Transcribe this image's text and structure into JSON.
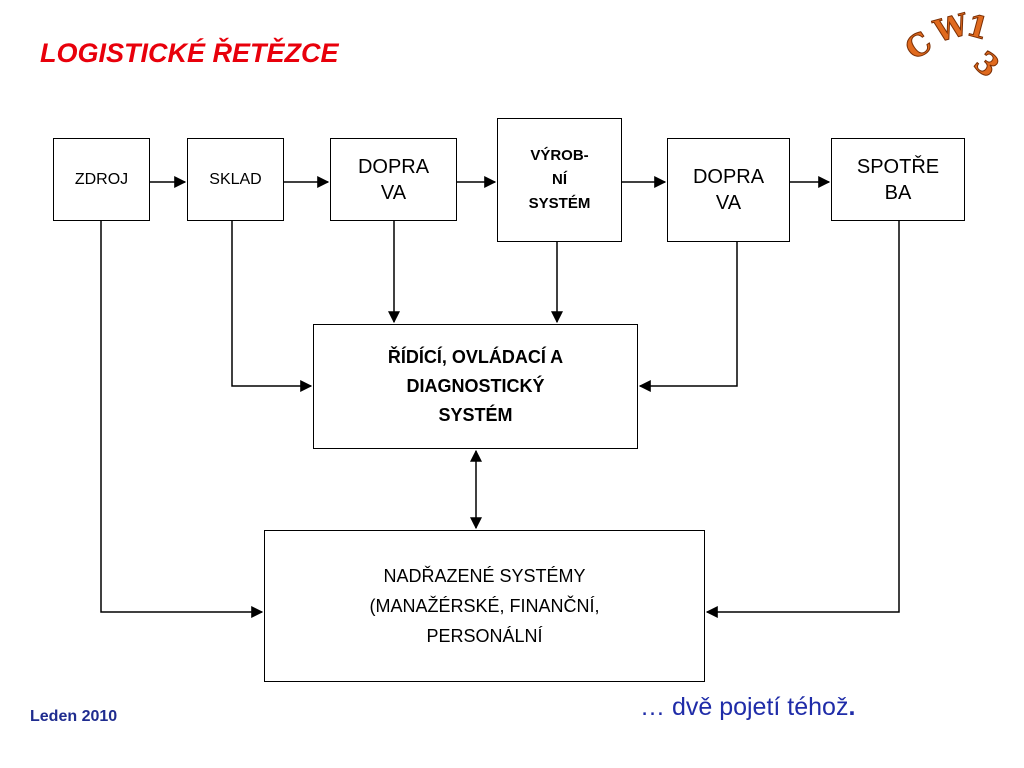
{
  "title": "LOGISTICKÉ ŘETĚZCE",
  "nodes": {
    "zdroj": {
      "lines": [
        "ZDROJ"
      ]
    },
    "sklad": {
      "lines": [
        "SKLAD"
      ]
    },
    "doprava1": {
      "lines": [
        "DOPRA",
        "VA"
      ]
    },
    "vyrobni": {
      "lines": [
        "VÝROB-",
        "NÍ",
        "SYSTÉM"
      ]
    },
    "doprava2": {
      "lines": [
        "DOPRA",
        "VA"
      ]
    },
    "spotreba": {
      "lines": [
        "SPOTŘE",
        "BA"
      ]
    },
    "ridici": {
      "lines": [
        "ŘÍDÍCÍ, OVLÁDACÍ A",
        "DIAGNOSTICKÝ",
        "SYSTÉM"
      ]
    },
    "nadrazene": {
      "lines": [
        "NADŘAZENÉ SYSTÉMY",
        "(MANAŽÉRSKÉ, FINANČNÍ,",
        "PERSONÁLNÍ"
      ]
    }
  },
  "edges": [
    {
      "from": "zdroj",
      "to": "sklad"
    },
    {
      "from": "sklad",
      "to": "doprava1"
    },
    {
      "from": "doprava1",
      "to": "vyrobni"
    },
    {
      "from": "vyrobni",
      "to": "doprava2"
    },
    {
      "from": "doprava2",
      "to": "spotreba"
    },
    {
      "from": "sklad",
      "to": "ridici"
    },
    {
      "from": "doprava1",
      "to": "ridici"
    },
    {
      "from": "vyrobni",
      "to": "ridici"
    },
    {
      "from": "doprava2",
      "to": "ridici"
    },
    {
      "from": "ridici",
      "to": "nadrazene",
      "bidirectional": true
    },
    {
      "from": "zdroj",
      "to": "nadrazene"
    },
    {
      "from": "spotreba",
      "to": "nadrazene"
    }
  ],
  "footer": {
    "left": "Leden 2010",
    "right": "… dvě pojetí téhož",
    "right_suffix": "."
  },
  "logo": {
    "chars": [
      "C",
      "W",
      "1",
      "3"
    ],
    "color": "#e06a1e"
  },
  "colors": {
    "title": "#e8000b",
    "footer": "#1f2c8f",
    "line": "#000000"
  }
}
